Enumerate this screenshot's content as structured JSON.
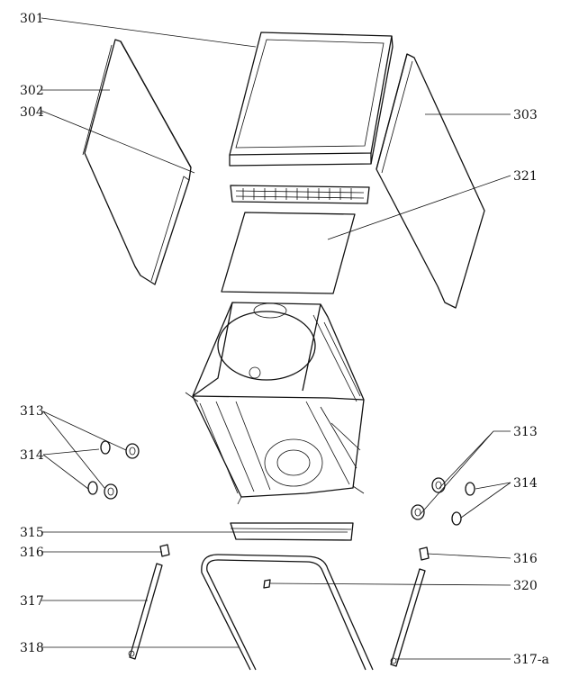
{
  "callouts": {
    "p301": "301",
    "p302": "302",
    "p303": "303",
    "p304": "304",
    "p321": "321",
    "p313_left": "313",
    "p314_left": "314",
    "p313_right": "313",
    "p314_right": "314",
    "p315": "315",
    "p316_left": "316",
    "p316_right": "316",
    "p317": "317",
    "p318": "318",
    "p320": "320",
    "p317a": "317-a"
  }
}
